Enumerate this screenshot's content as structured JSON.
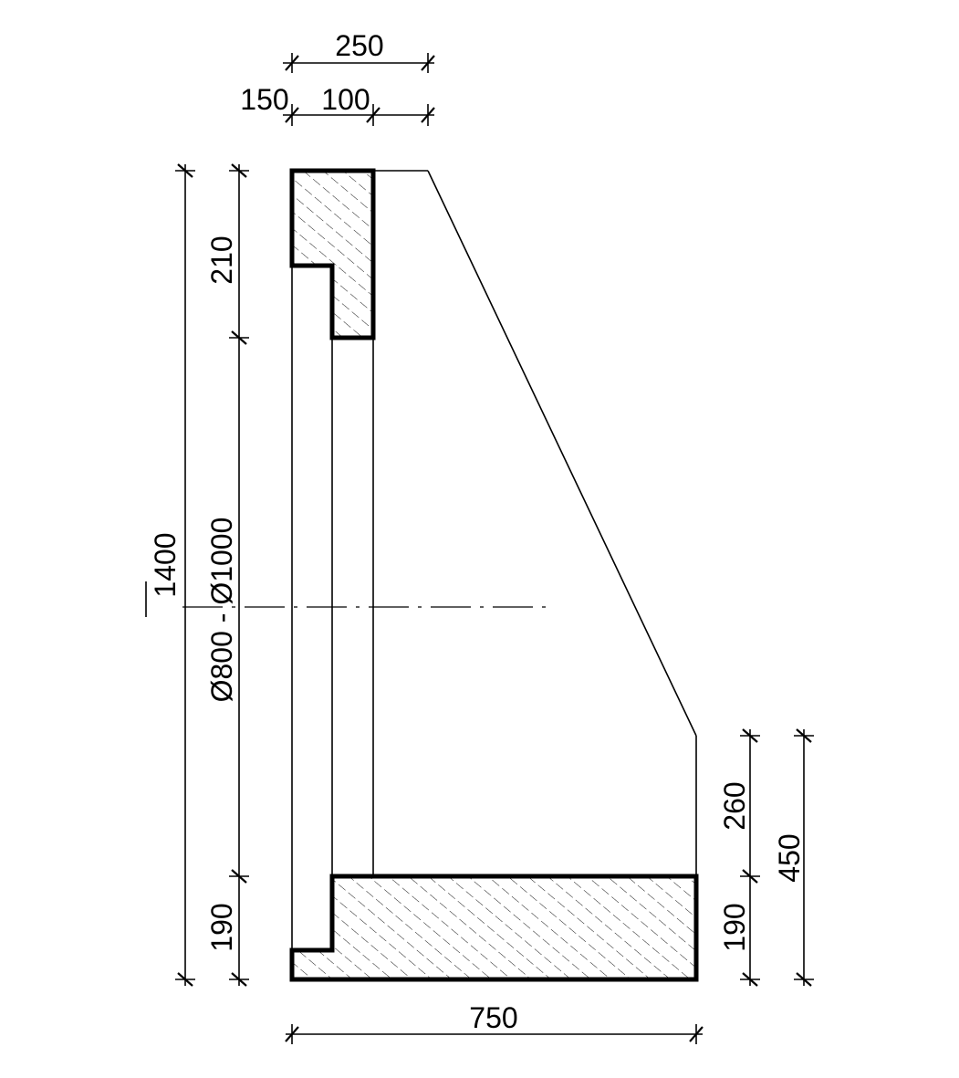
{
  "dimensions": {
    "top_overall": "250",
    "top_left": "150",
    "top_right": "100",
    "total_height": "1400",
    "top_lip": "210",
    "diameter": "Ø800 - Ø1000",
    "bottom_left": "190",
    "right_upper": "260",
    "right_lower": "190",
    "right_total": "450",
    "bottom_width": "750"
  }
}
